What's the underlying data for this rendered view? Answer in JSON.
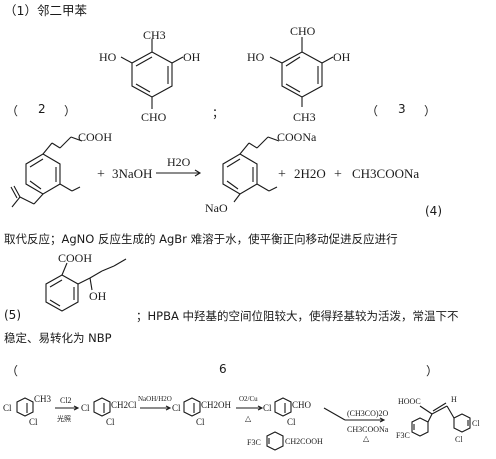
{
  "section1": {
    "label": "（1）邻二甲苯"
  },
  "section2": {
    "open_paren": "（",
    "number": "2",
    "close_paren": "）",
    "separator": "；",
    "mol_a": {
      "top": "CH3",
      "left": "HO",
      "right": "OH",
      "bottom": "CHO"
    },
    "mol_b": {
      "top": "CHO",
      "left": "HO",
      "right": "OH",
      "bottom": "CH3"
    }
  },
  "section3": {
    "open_paren": "（",
    "number": "3",
    "close_paren": "）",
    "reactant_group": "COOH",
    "plus1": "+",
    "reagent": "3NaOH",
    "condition": "H2O",
    "product_group": "COONa",
    "product_ono": "NaO",
    "plus2": "+",
    "byproduct1": "2H2O",
    "plus3": "+",
    "byproduct2": "CH3COONa"
  },
  "section4": {
    "number": "(4)",
    "text": "取代反应；AgNO 反应生成的 AgBr 难溶于水，使平衡正向移动促进反应进行"
  },
  "section5": {
    "number": "(5)",
    "mol_top": "COOH",
    "mol_oh": "OH",
    "text_line1": "；HPBA 中羟基的空间位阻较大，使得羟基较为活泼，常温下不",
    "text_line2": "稳定、易转化为 NBP"
  },
  "section6": {
    "open_paren": "（",
    "number": "6",
    "close_paren": "）",
    "s1_cl_left": "Cl",
    "s1_ch3": "CH3",
    "s1_cl_bottom": "Cl",
    "arrow1_top": "Cl2",
    "arrow1_bottom": "光照",
    "s2_cl_left": "Cl",
    "s2_ch2cl": "CH2Cl",
    "s2_cl_bottom": "Cl",
    "arrow2_top": "NaOH/H2O",
    "s3_cl_left": "Cl",
    "s3_ch2oh": "CH2OH",
    "s3_cl_bottom": "Cl",
    "arrow3_top": "O2/Cu",
    "arrow3_bottom": "△",
    "s4_cl_left": "Cl",
    "s4_cho": "CHO",
    "s4_cl_bottom": "Cl",
    "arrow4_top": "(CH3CO)2O",
    "arrow4_bottom": "CH3COONa",
    "arrow4_delta": "△",
    "s5_f3c": "F3C",
    "s5_ch2cooh": "CH2COOH",
    "prod_hooc": "HOOC",
    "prod_h": "H",
    "prod_f3c": "F3C",
    "prod_cl_right": "Cl",
    "prod_cl_bottom": "Cl"
  }
}
